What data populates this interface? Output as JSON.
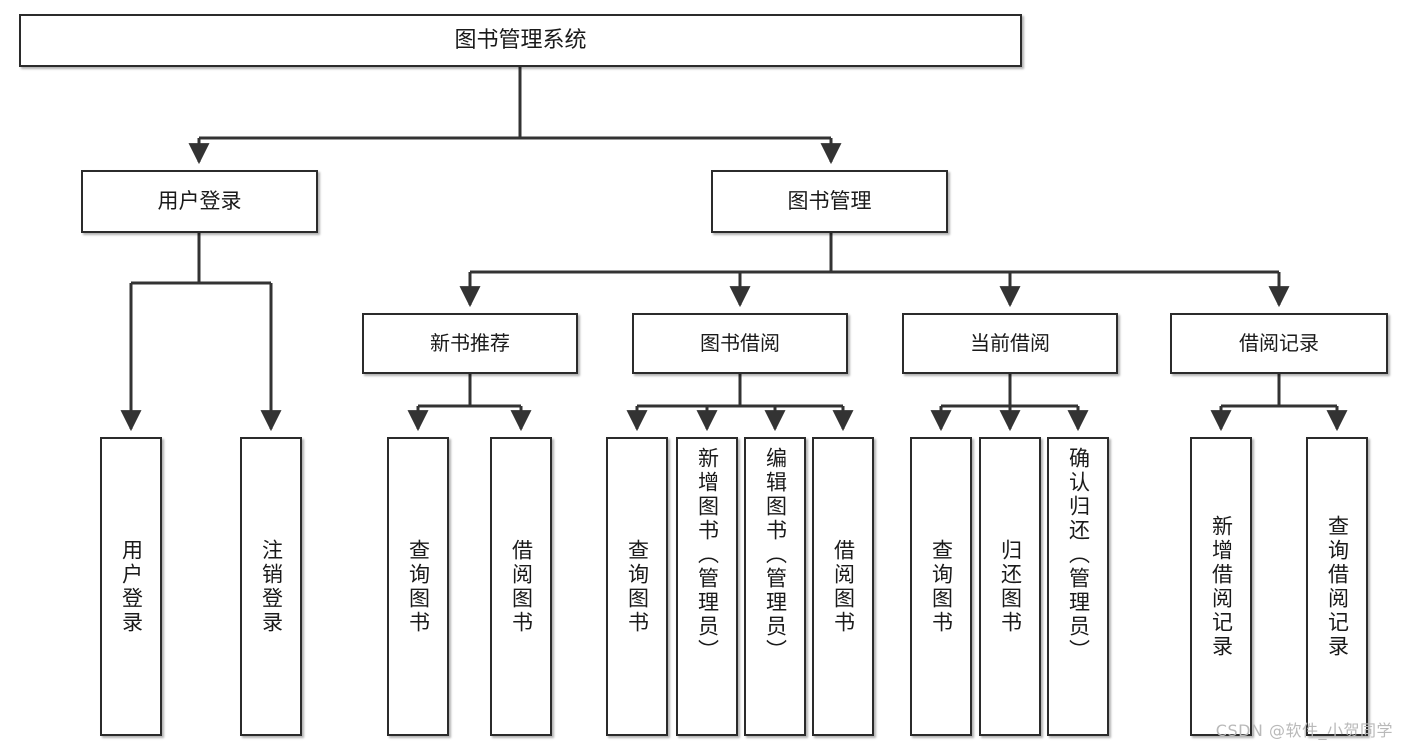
{
  "diagram": {
    "title": "图书管理系统",
    "watermark": "CSDN @软件_小贺同学",
    "line_color": "#333333",
    "box_border_color": "#2b2b2b",
    "box_fill": "#ffffff",
    "text_color": "#1a1a1a",
    "levels": {
      "level2": [
        {
          "id": "user-login",
          "label": "用户登录"
        },
        {
          "id": "book-management",
          "label": "图书管理"
        }
      ],
      "level3": [
        {
          "id": "new-book-recommend",
          "label": "新书推荐"
        },
        {
          "id": "book-borrow",
          "label": "图书借阅"
        },
        {
          "id": "current-borrow",
          "label": "当前借阅"
        },
        {
          "id": "borrow-record",
          "label": "借阅记录"
        }
      ],
      "leaves": [
        {
          "id": "leaf-user-login",
          "label": "用户登录",
          "parent": "user-login"
        },
        {
          "id": "leaf-user-logout",
          "label": "注销登录",
          "parent": "user-login"
        },
        {
          "id": "leaf-query-book-1",
          "label": "查询图书",
          "parent": "new-book-recommend"
        },
        {
          "id": "leaf-borrow-book-1",
          "label": "借阅图书",
          "parent": "new-book-recommend"
        },
        {
          "id": "leaf-query-book-2",
          "label": "查询图书",
          "parent": "book-borrow"
        },
        {
          "id": "leaf-add-book",
          "label": "新增图书（管理员）",
          "parent": "book-borrow"
        },
        {
          "id": "leaf-edit-book",
          "label": "编辑图书（管理员）",
          "parent": "book-borrow"
        },
        {
          "id": "leaf-borrow-book-2",
          "label": "借阅图书",
          "parent": "book-borrow"
        },
        {
          "id": "leaf-query-book-3",
          "label": "查询图书",
          "parent": "current-borrow"
        },
        {
          "id": "leaf-return-book",
          "label": "归还图书",
          "parent": "current-borrow"
        },
        {
          "id": "leaf-confirm-return",
          "label": "确认归还（管理员）",
          "parent": "current-borrow"
        },
        {
          "id": "leaf-add-record",
          "label": "新增借阅记录",
          "parent": "borrow-record"
        },
        {
          "id": "leaf-query-record",
          "label": "查询借阅记录",
          "parent": "borrow-record"
        }
      ]
    }
  }
}
